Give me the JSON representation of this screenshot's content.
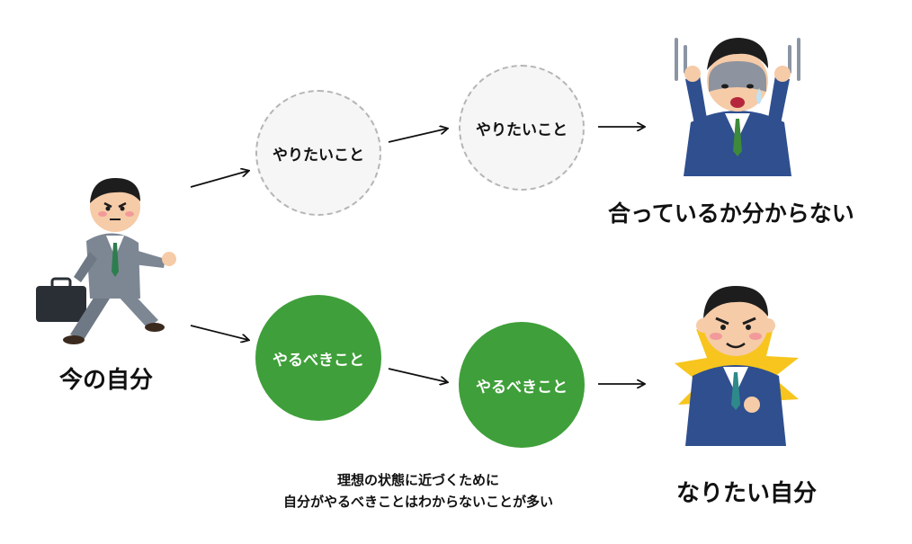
{
  "nodes": {
    "current_self": "今の自分",
    "want_1": "やりたいこと",
    "want_2": "やりたいこと",
    "should_1": "やるべきこと",
    "should_2": "やるべきこと",
    "confused": "合っているか分からない",
    "ideal_self": "なりたい自分"
  },
  "note": {
    "line1": "理想の状態に近づくために",
    "line2": "自分がやるべきことはわからないことが多い"
  },
  "colors": {
    "green": "#3f9f3a",
    "dashed_border": "#b5b5b5",
    "suit": "#2f4f8f",
    "gray_suit": "#7d8794",
    "burst": "#f7c51e"
  },
  "icons": [
    "running-businessman-icon",
    "worried-businessman-icon",
    "confident-businessman-icon",
    "arrow-icon"
  ]
}
